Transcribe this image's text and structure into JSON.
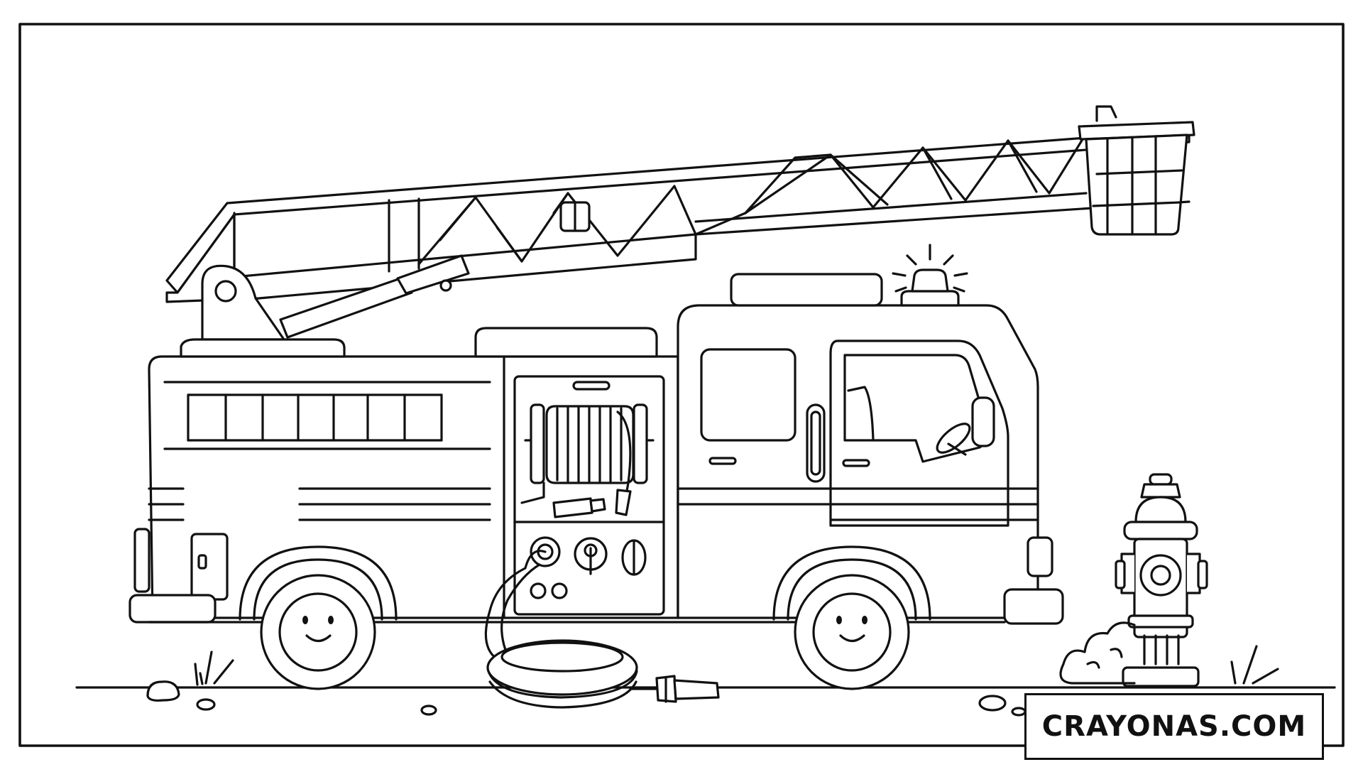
{
  "page": {
    "description_kind": "coloring-page",
    "line_color": "#111111",
    "background_color": "#ffffff"
  },
  "watermark": {
    "text": "CRAYONAS.COM"
  },
  "icons": [
    "fire-truck",
    "ladder",
    "hose-reel",
    "fire-hydrant",
    "siren-light",
    "smiley-wheel",
    "bush",
    "grass"
  ]
}
